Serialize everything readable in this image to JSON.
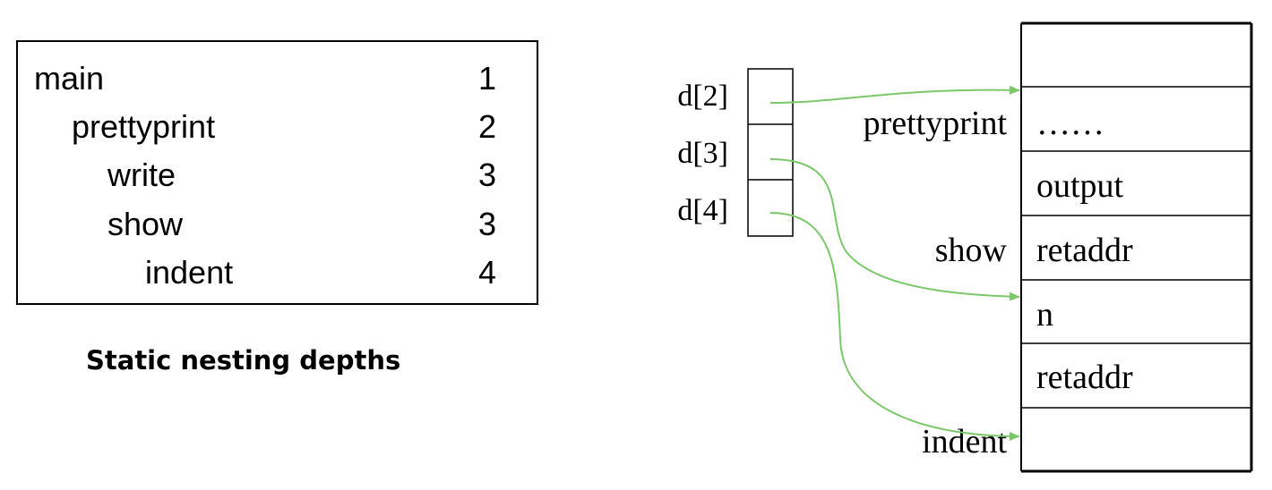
{
  "nesting_table": {
    "rows": [
      {
        "name": "main",
        "depth": "1",
        "level": 0
      },
      {
        "name": "prettyprint",
        "depth": "2",
        "level": 1
      },
      {
        "name": "write",
        "depth": "3",
        "level": 2
      },
      {
        "name": "show",
        "depth": "3",
        "level": 2
      },
      {
        "name": "indent",
        "depth": "4",
        "level": 3
      }
    ],
    "caption": "Static nesting depths"
  },
  "display": {
    "labels": [
      "d[2]",
      "d[3]",
      "d[4]"
    ]
  },
  "stack": {
    "cells": [
      "",
      "……",
      "output",
      "retaddr",
      "n",
      "retaddr",
      ""
    ],
    "frame_labels": [
      "prettyprint",
      "show",
      "indent"
    ]
  },
  "colors": {
    "arrow": "#7ac86a",
    "line": "#000000"
  }
}
